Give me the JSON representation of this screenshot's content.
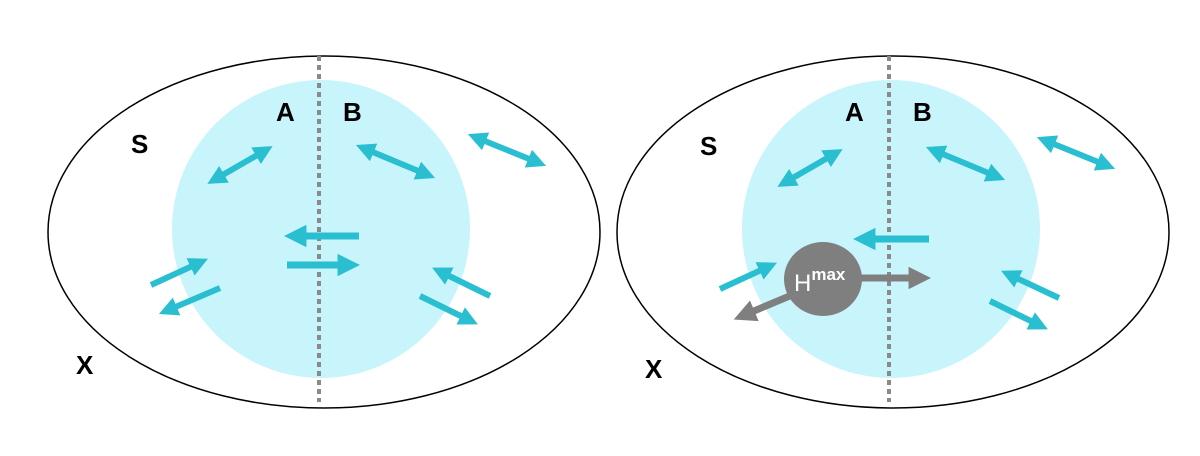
{
  "colors": {
    "background": "#ffffff",
    "ellipse_stroke": "#000000",
    "disc_fill": "#c8f4fb",
    "arrow_cyan": "#29bfd0",
    "divider": "#8a8a8a",
    "hmax_gray": "#7f7f7f",
    "hmax_text": "#ffffff"
  },
  "panels": [
    {
      "labels": {
        "a": "A",
        "b": "B",
        "s": "S",
        "x": "X"
      },
      "icons": {
        "flux_arrows": "double-headed-arrow-icon",
        "crossing_arrows": "single-arrow-icon"
      }
    },
    {
      "labels": {
        "a": "A",
        "b": "B",
        "s": "S",
        "x": "X"
      },
      "icons": {
        "flux_arrows": "double-headed-arrow-icon",
        "crossing_arrows": "single-arrow-icon",
        "hmax": "hmax-blob-icon"
      },
      "hmax": {
        "base": "H",
        "superscript": "max"
      }
    }
  ]
}
